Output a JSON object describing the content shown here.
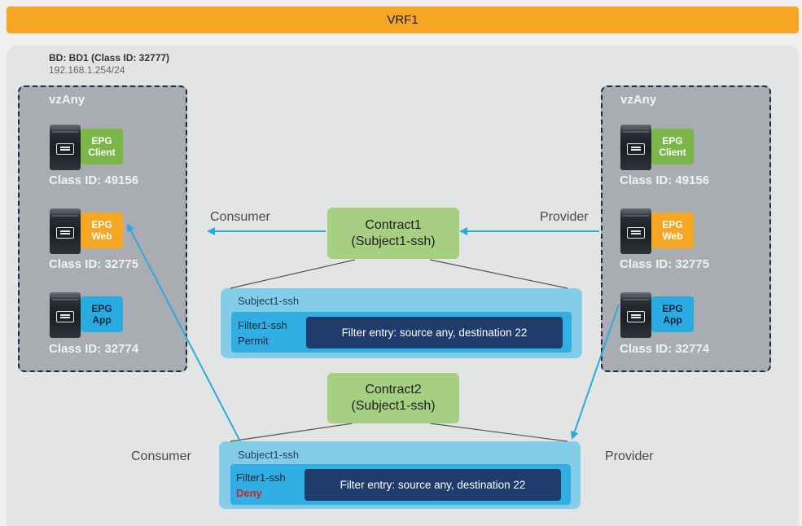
{
  "vrf": {
    "label": "VRF1"
  },
  "bd": {
    "title": "BD: BD1 (Class ID: 32777)",
    "subnet": "192.168.1.254/24"
  },
  "left_group": {
    "label": "vzAny",
    "epgs": [
      {
        "line1": "EPG",
        "line2": "Client",
        "class_id": "Class ID: 49156"
      },
      {
        "line1": "EPG",
        "line2": "Web",
        "class_id": "Class ID: 32775"
      },
      {
        "line1": "EPG",
        "line2": "App",
        "class_id": "Class ID: 32774"
      }
    ]
  },
  "right_group": {
    "label": "vzAny",
    "epgs": [
      {
        "line1": "EPG",
        "line2": "Client",
        "class_id": "Class ID: 49156"
      },
      {
        "line1": "EPG",
        "line2": "Web",
        "class_id": "Class ID: 32775"
      },
      {
        "line1": "EPG",
        "line2": "App",
        "class_id": "Class ID: 32774"
      }
    ]
  },
  "contract1": {
    "name": "Contract1",
    "subject": "(Subject1-ssh)",
    "consumer_label": "Consumer",
    "provider_label": "Provider",
    "subject_box": {
      "label": "Subject1-ssh",
      "filter": "Filter1-ssh",
      "action": "Permit",
      "entry": "Filter entry: source any, destination 22"
    }
  },
  "contract2": {
    "name": "Contract2",
    "subject": "(Subject1-ssh)",
    "consumer_label": "Consumer",
    "provider_label": "Provider",
    "subject_box": {
      "label": "Subject1-ssh",
      "filter": "Filter1-ssh",
      "action": "Deny",
      "entry": "Filter entry: source any, destination 22"
    }
  },
  "colors": {
    "vrf": "#f5a623",
    "epg_client": "#7ab648",
    "epg_web": "#f5a623",
    "epg_app": "#29abe2",
    "contract": "#a6cf82",
    "arrow": "#29abe2",
    "deny": "#c7272c",
    "filter_entry": "#1f3c6d"
  },
  "icons": [
    "server-icon"
  ]
}
